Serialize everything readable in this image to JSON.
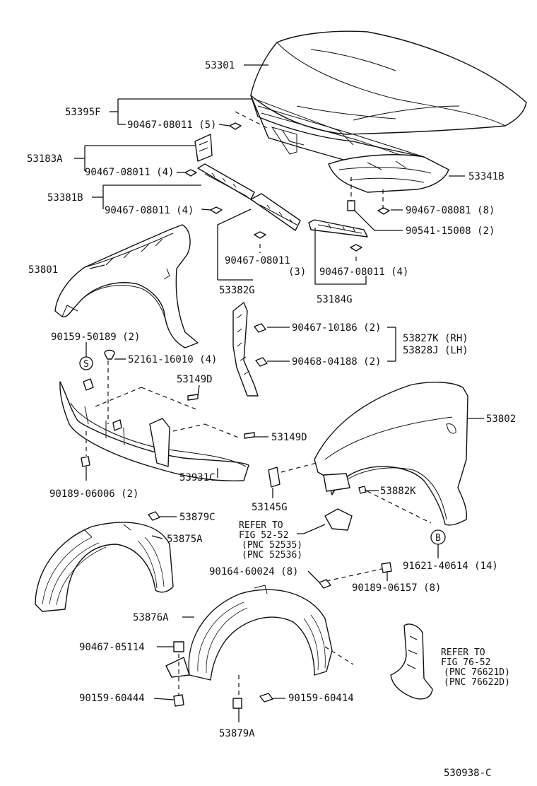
{
  "labels": {
    "l53301": "53301",
    "l53395F": "53395F",
    "l90467_08011_5": "90467-08011 (5)",
    "l53183A": "53183A",
    "l90467_08011_4a": "90467-08011 (4)",
    "l53381B": "53381B",
    "l90467_08011_4b": "90467-08011 (4)",
    "l53341B": "53341B",
    "l90467_08081_8": "90467-08081 (8)",
    "l90541_15008_2": "90541-15008 (2)",
    "l53801": "53801",
    "l90467_08011_c": "90467-08011",
    "l_3": "(3)",
    "l90467_08011_4c": "90467-08011 (4)",
    "l53382G": "53382G",
    "l53184G": "53184G",
    "l90159_50189_2": "90159-50189 (2)",
    "l90467_10186_2": "90467-10186 (2)",
    "l53827K": "53827K (RH)",
    "l53828J": "53828J (LH)",
    "l52161_16010_4": "52161-16010 (4)",
    "l90468_04188_2": "90468-04188 (2)",
    "l53149D_a": "53149D",
    "l53149D_b": "53149D",
    "l53802": "53802",
    "l90189_06006_2": "90189-06006 (2)",
    "l53931C": "53931C",
    "l53145G": "53145G",
    "l53882K": "53882K",
    "l53879C": "53879C",
    "l53875A": "53875A",
    "refer1_a": "REFER TO",
    "refer1_b": "FIG 52-52",
    "refer1_c": "(PNC 52535)",
    "refer1_d": "(PNC 52536)",
    "l90164_60024_8": "90164-60024 (8)",
    "l90189_06157_8": "90189-06157 (8)",
    "l91621_40614_14": "91621-40614 (14)",
    "l53876A": "53876A",
    "l90467_05114": "90467-05114",
    "refer2_a": "REFER TO",
    "refer2_b": "FIG 76-52",
    "refer2_c": "(PNC 76621D)",
    "refer2_d": "(PNC 76622D)",
    "l90159_60444": "90159-60444",
    "l90159_60414": "90159-60414",
    "l53879A": "53879A",
    "circleS": "S",
    "circleB": "B",
    "diagram_id": "530938-C"
  }
}
